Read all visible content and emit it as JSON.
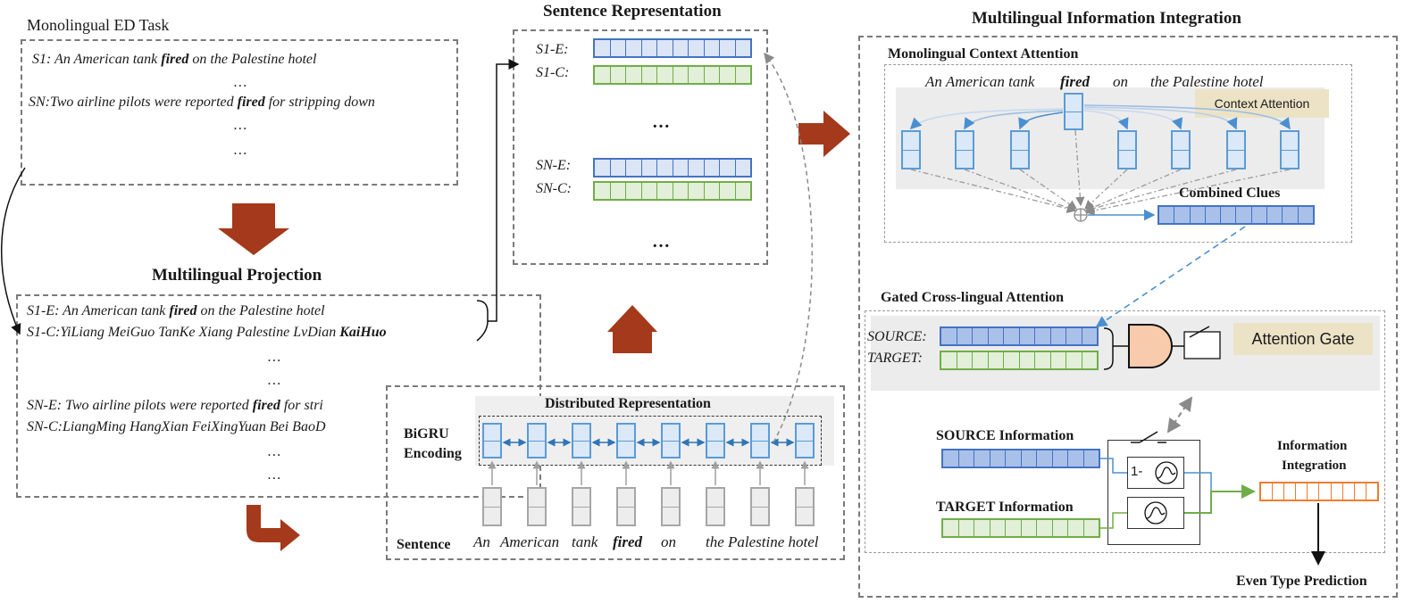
{
  "colors": {
    "blue": "#4472c4",
    "green": "#70ad47",
    "orange": "#ed7d31",
    "arrow": "#a5391b",
    "tan": "#ece3c6"
  },
  "monolingual": {
    "title": "Monolingual ED Task",
    "lines": [
      {
        "pre": "S1: An American tank ",
        "bold": "fired",
        "post": " on the Palestine hotel"
      },
      {
        "pre": "…",
        "bold": "",
        "post": ""
      },
      {
        "pre": "SN:Two airline pilots were reported ",
        "bold": "fired",
        "post": " for stripping down"
      },
      {
        "pre": "…",
        "bold": "",
        "post": ""
      },
      {
        "pre": "…",
        "bold": "",
        "post": ""
      }
    ]
  },
  "projection": {
    "title": "Multilingual Projection",
    "lines": [
      {
        "pre": "S1-E: An American tank ",
        "bold": "fired",
        "post": " on the Palestine hotel"
      },
      {
        "pre": "S1-C:YiLiang MeiGuo TanKe Xiang Palestine LvDian ",
        "bold": "KaiHuo",
        "post": ""
      },
      {
        "pre": "…",
        "bold": "",
        "post": ""
      },
      {
        "pre": "…",
        "bold": "",
        "post": ""
      },
      {
        "pre": "SN-E: Two airline pilots were reported ",
        "bold": "fired",
        "post": " for stri"
      },
      {
        "pre": "SN-C:LiangMing HangXian FeiXingYuan Bei BaoD",
        "bold": "",
        "post": ""
      },
      {
        "pre": "…",
        "bold": "",
        "post": ""
      },
      {
        "pre": "…",
        "bold": "",
        "post": ""
      }
    ]
  },
  "sentence_rep": {
    "title": "Sentence Representation",
    "rows": [
      "S1-E:",
      "S1-C:",
      "SN-E:",
      "SN-C:"
    ],
    "dots": [
      "…",
      "…"
    ]
  },
  "encoder": {
    "header": "Distributed Representation",
    "bigru_label": "BiGRU Encoding",
    "sentence_label": "Sentence",
    "words": [
      "An",
      "American",
      "tank",
      "fired",
      "on",
      "",
      "the Palestine hotel",
      ""
    ]
  },
  "integration": {
    "title": "Multilingual Information Integration",
    "context": {
      "title": "Monolingual Context Attention",
      "sentence_pre": "An American tank",
      "sentence_bold": "fired",
      "sentence_mid": "on",
      "sentence_post": "the Palestine hotel",
      "badge": "Context Attention",
      "combined": "Combined Clues"
    },
    "gated": {
      "title": "Gated Cross-lingual Attention",
      "source": "SOURCE:",
      "target": "TARGET:",
      "badge": "Attention Gate",
      "source_info": "SOURCE Information",
      "target_info": "TARGET Information",
      "one_minus": "1-",
      "info_int_1": "Information",
      "info_int_2": "Integration",
      "prediction": "Even Type Prediction"
    }
  }
}
